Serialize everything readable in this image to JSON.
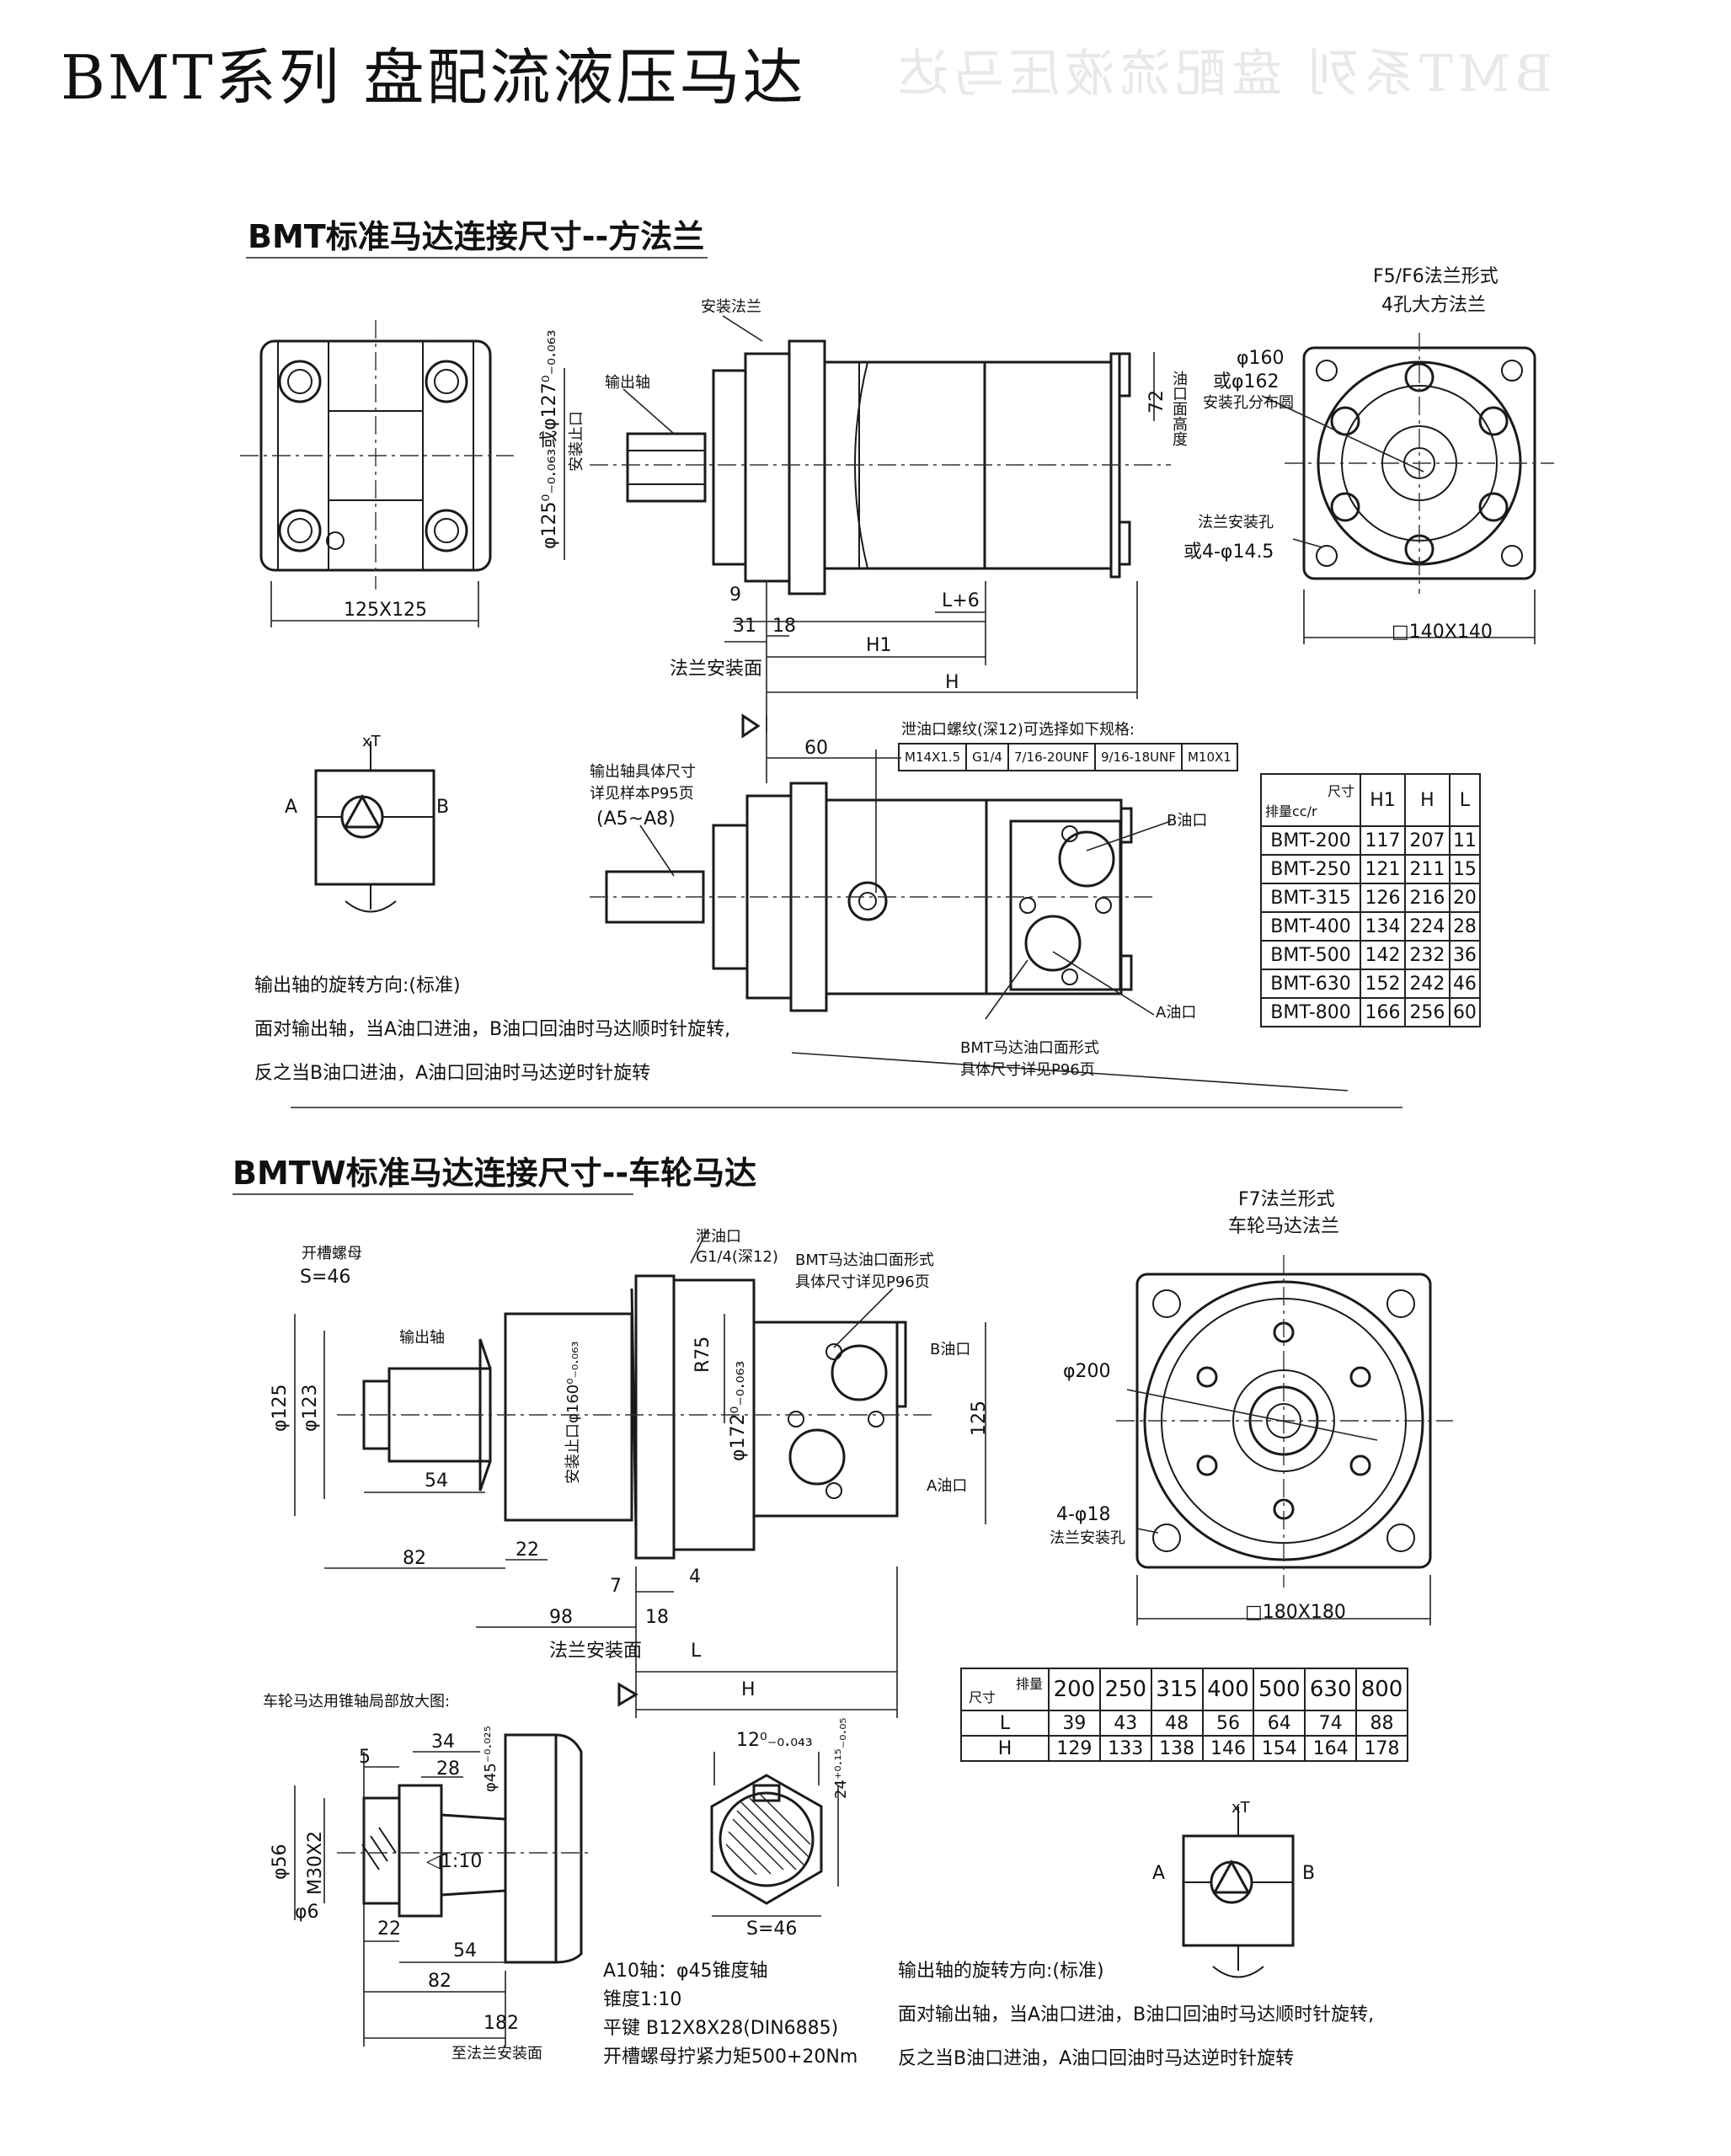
{
  "title": "BMT系列 盘配流液压马达",
  "section1": {
    "heading": "BMT标准马达连接尺寸--方法兰",
    "flange_title": "F5/F6法兰形式",
    "flange_subtitle": "4孔大方法兰",
    "labels": {
      "install_flange": "安装法兰",
      "output_shaft": "输出轴",
      "bore": "φ125⁰₋₀.₀₆₃或φ127⁰₋₀.₀₆₃",
      "bore_note": "安装止口",
      "oil_port_height": "油口面高度",
      "dim_72": "72",
      "dim_9": "9",
      "dim_31": "31",
      "dim_18": "18",
      "dim_l6": "L+6",
      "dim_h1": "H1",
      "dim_h": "H",
      "flange_face": "法兰安装面",
      "dim_125": "125X125",
      "pcd": "φ160",
      "pcd_or": "或φ162",
      "pcd_note": "安装孔分布圆",
      "hole_label": "法兰安装孔",
      "hole_dim": "或4-φ14.5",
      "square": "□140X140",
      "dim_60": "60",
      "drain_note": "泄油口螺纹(深12)可选择如下规格:",
      "shaft_note1": "输出轴具体尺寸",
      "shaft_note2": "详见样本P95页",
      "shaft_range": "(A5~A8)",
      "b_port": "B油口",
      "a_port": "A油口",
      "port_note1": "BMT马达油口面形式",
      "port_note2": "具体尺寸详见P96页",
      "sym_t": "xT",
      "sym_a": "A",
      "sym_b": "B"
    },
    "drain_options": [
      "M14X1.5",
      "G1/4",
      "7/16-20UNF",
      "9/16-18UNF",
      "M10X1"
    ],
    "rotation": {
      "heading": "输出轴的旋转方向:(标准)",
      "line1": "面对输出轴，当A油口进油，B油口回油时马达顺时针旋转,",
      "line2": "反之当B油口进油，A油口回油时马达逆时针旋转"
    },
    "table": {
      "corner_top": "尺寸",
      "corner_bottom": "排量cc/r",
      "headers": [
        "H1",
        "H",
        "L"
      ],
      "rows": [
        {
          "model": "BMT-200",
          "h1": "117",
          "h": "207",
          "l": "11"
        },
        {
          "model": "BMT-250",
          "h1": "121",
          "h": "211",
          "l": "15"
        },
        {
          "model": "BMT-315",
          "h1": "126",
          "h": "216",
          "l": "20"
        },
        {
          "model": "BMT-400",
          "h1": "134",
          "h": "224",
          "l": "28"
        },
        {
          "model": "BMT-500",
          "h1": "142",
          "h": "232",
          "l": "36"
        },
        {
          "model": "BMT-630",
          "h1": "152",
          "h": "242",
          "l": "46"
        },
        {
          "model": "BMT-800",
          "h1": "166",
          "h": "256",
          "l": "60"
        }
      ]
    }
  },
  "section2": {
    "heading": "BMTW标准马达连接尺寸--车轮马达",
    "flange_title": "F7法兰形式",
    "flange_subtitle": "车轮马达法兰",
    "labels": {
      "slot_nut": "开槽螺母",
      "s46": "S=46",
      "output_shaft": "输出轴",
      "drain": "泄油口",
      "drain_spec": "G1/4(深12)",
      "port_note1": "BMT马达油口面形式",
      "port_note2": "具体尺寸详见P96页",
      "b_port": "B油口",
      "a_port": "A油口",
      "r75": "R75",
      "d125": "φ125",
      "d123": "φ123",
      "bore160": "安装止口φ160⁰₋₀.₀₆₃",
      "d172": "φ172⁰₋₀.₀₆₃",
      "dim_125": "125",
      "dim_54": "54",
      "dim_82": "82",
      "dim_22": "22",
      "dim_7": "7",
      "dim_4": "4",
      "dim_98": "98",
      "dim_18": "18",
      "flange_face": "法兰安装面",
      "dim_l": "L",
      "dim_h": "H",
      "pcd": "φ200",
      "hole_dim": "4-φ18",
      "hole_label": "法兰安装孔",
      "square": "□180X180"
    },
    "table": {
      "corner_top": "排量",
      "corner_bottom": "尺寸",
      "displacements": [
        "200",
        "250",
        "315",
        "400",
        "500",
        "630",
        "800"
      ],
      "rows": [
        {
          "label": "L",
          "values": [
            "39",
            "43",
            "48",
            "56",
            "64",
            "74",
            "88"
          ]
        },
        {
          "label": "H",
          "values": [
            "129",
            "133",
            "138",
            "146",
            "154",
            "164",
            "178"
          ]
        }
      ]
    },
    "detail": {
      "heading": "车轮马达用锥轴局部放大图:",
      "dim_34": "34",
      "dim_28": "28",
      "dim_5": "5",
      "d45": "φ45⁻⁰·⁰²⁵",
      "d56": "φ56",
      "m30": "M30X2",
      "taper": "◁1:10",
      "d6": "φ6",
      "dim_22": "22",
      "dim_54": "54",
      "dim_82": "82",
      "dim_182": "182",
      "to_face": "至法兰安装面",
      "key12": "12⁰₋₀.₀₄₃",
      "key24": "24⁺⁰·¹⁵₋₀.₀₅",
      "s46": "S=46"
    },
    "shaft_spec": {
      "line1": "A10轴：φ45锥度轴",
      "line2": "锥度1:10",
      "line3": "平键 B12X8X28(DIN6885)",
      "line4": "开槽螺母拧紧力矩500+20Nm"
    },
    "rotation": {
      "heading": "输出轴的旋转方向:(标准)",
      "line1": "面对输出轴，当A油口进油，B油口回油时马达顺时针旋转,",
      "line2": "反之当B油口进油，A油口回油时马达逆时针旋转"
    },
    "sym_t": "xT",
    "sym_a": "A",
    "sym_b": "B"
  }
}
